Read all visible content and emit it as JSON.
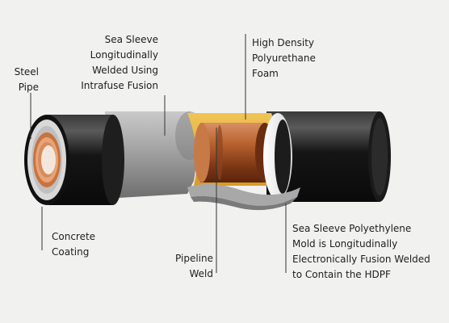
{
  "labels": {
    "steel_pipe": [
      "Steel",
      "Pipe"
    ],
    "sea_sleeve_weld": [
      "Sea Sleeve",
      "Longitudinally",
      "Welded Using",
      "Intrafuse Fusion"
    ],
    "hdpu_foam": [
      "High Density",
      "Polyurethane",
      "Foam"
    ],
    "concrete_coating": [
      "Concrete",
      "Coating"
    ],
    "pipeline_weld": [
      "Pipeline",
      "Weld"
    ],
    "sea_sleeve_mold": [
      "Sea Sleeve Polyethylene",
      "Mold is Longitudinally",
      "Electronically Fusion Welded",
      "to Contain the HDPF"
    ]
  },
  "colors": {
    "background": "#f1f1f0",
    "concrete_coating": "#1a1a1a",
    "sea_sleeve": "#9d9d9d",
    "foam": "#e8b23a",
    "steel_pipe": "#b8622f",
    "leader_lines": "#333333"
  }
}
